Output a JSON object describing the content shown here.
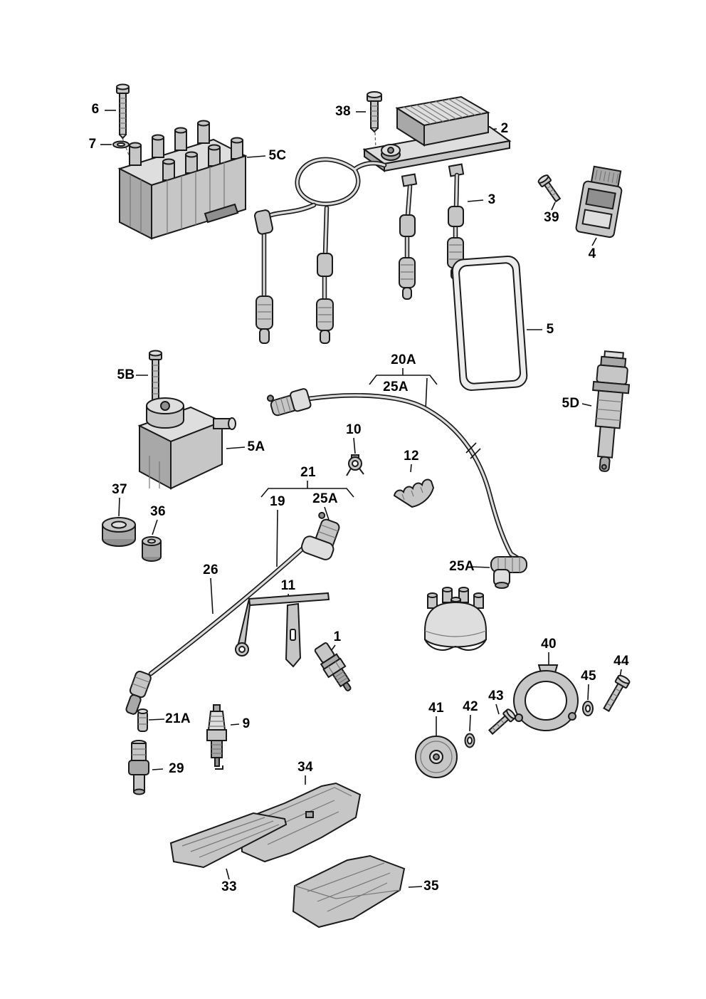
{
  "diagram": {
    "labels": [
      {
        "text": "6"
      },
      {
        "text": "7"
      },
      {
        "text": "5C"
      },
      {
        "text": "38"
      },
      {
        "text": "2"
      },
      {
        "text": "3"
      },
      {
        "text": "39"
      },
      {
        "text": "4"
      },
      {
        "text": "5"
      },
      {
        "text": "5B"
      },
      {
        "text": "20A"
      },
      {
        "text": "25A"
      },
      {
        "text": "5D"
      },
      {
        "text": "5A"
      },
      {
        "text": "10"
      },
      {
        "text": "12"
      },
      {
        "text": "37"
      },
      {
        "text": "36"
      },
      {
        "text": "21"
      },
      {
        "text": "19"
      },
      {
        "text": "25A"
      },
      {
        "text": "26"
      },
      {
        "text": "11"
      },
      {
        "text": "1"
      },
      {
        "text": "25A"
      },
      {
        "text": "40"
      },
      {
        "text": "45"
      },
      {
        "text": "44"
      },
      {
        "text": "43"
      },
      {
        "text": "42"
      },
      {
        "text": "41"
      },
      {
        "text": "21A"
      },
      {
        "text": "9"
      },
      {
        "text": "29"
      },
      {
        "text": "34"
      },
      {
        "text": "33"
      },
      {
        "text": "35"
      }
    ],
    "colors": {
      "background": "#ffffff",
      "line": "#1a1a1a",
      "label_text": "#000000",
      "part_fill_light": "#dedede",
      "part_fill_mid": "#c6c6c6",
      "part_fill_dark": "#a8a8a8"
    }
  }
}
